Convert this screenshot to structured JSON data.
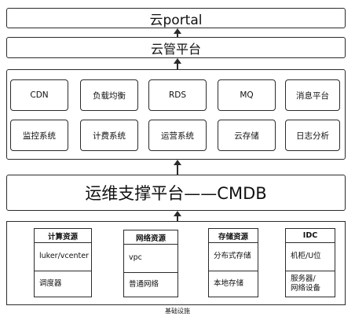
{
  "layers": {
    "portal": "云portal",
    "management": "云管平台",
    "services": [
      "CDN",
      "负载均衡",
      "RDS",
      "MQ",
      "消息平台",
      "监控系统",
      "计费系统",
      "运营系统",
      "云存储",
      "日志分析"
    ],
    "cmdb": "运维支撑平台——CMDB"
  },
  "infrastructure": {
    "columns": [
      {
        "title": "计算资源",
        "items": [
          "luker/vcenter",
          "调度器"
        ]
      },
      {
        "title": "网络资源",
        "items": [
          "vpc",
          "普通网络"
        ]
      },
      {
        "title": "存储资源",
        "items": [
          "分布式存储",
          "本地存储"
        ]
      },
      {
        "title": "IDC",
        "items": [
          "机柜/U位",
          "服务器/\n网络设备"
        ]
      }
    ],
    "caption": "基础设施"
  }
}
